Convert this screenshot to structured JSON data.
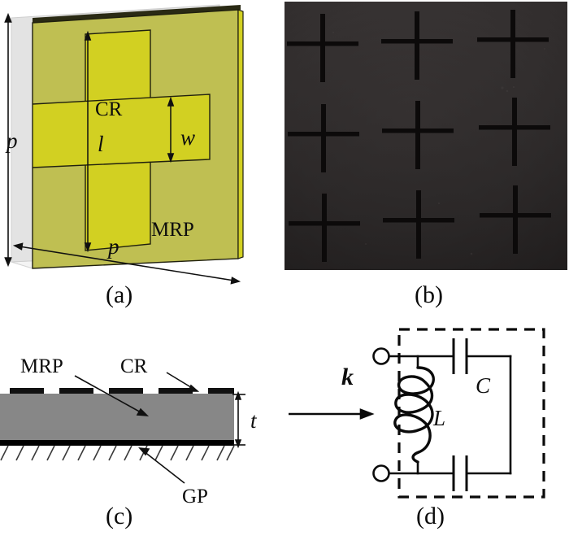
{
  "figure": {
    "panels": [
      {
        "id": "a",
        "caption": "(a)",
        "name": "unit-cell-3d-perspective",
        "labels": {
          "cr": "CR",
          "mrp": "MRP",
          "length": "l",
          "width": "w",
          "period_vertical": "p",
          "period_horizontal": "p"
        },
        "colors": {
          "cross_resonator": "#d2d022",
          "magnetic_radar_absorbing_plate": "#bfbf52",
          "substrate_edge": "#d9d9d9",
          "substrate_side": "#f2f2f2",
          "outline": "#1a1a12"
        }
      },
      {
        "id": "b",
        "caption": "(b)",
        "name": "fabricated-sample-photograph",
        "description": "photograph of fabricated 3x3 cross resonator array",
        "grid_rows": 3,
        "grid_cols": 3,
        "colors": {
          "background": "#2f2c2c",
          "cross": "#0d0b0b"
        }
      },
      {
        "id": "c",
        "caption": "(c)",
        "name": "side-view-cross-section",
        "labels": {
          "mrp": "MRP",
          "cr": "CR",
          "gp": "GP",
          "thickness": "t"
        },
        "colors": {
          "substrate": "#878787",
          "metal": "#111111",
          "ground_plane": "#000000"
        }
      },
      {
        "id": "d",
        "caption": "(d)",
        "name": "equivalent-circuit-model",
        "labels": {
          "wave_vector": "k",
          "inductance": "L",
          "capacitance": "C"
        },
        "components": [
          {
            "type": "capacitor",
            "label": "C",
            "position": "top"
          },
          {
            "type": "inductor",
            "label": "L",
            "position": "middle-left"
          },
          {
            "type": "capacitor",
            "label": "C",
            "position": "bottom"
          }
        ],
        "terminals": 2,
        "colors": {
          "wire": "#0a0a0a",
          "dashed_box": "#0a0a0a"
        }
      }
    ]
  }
}
